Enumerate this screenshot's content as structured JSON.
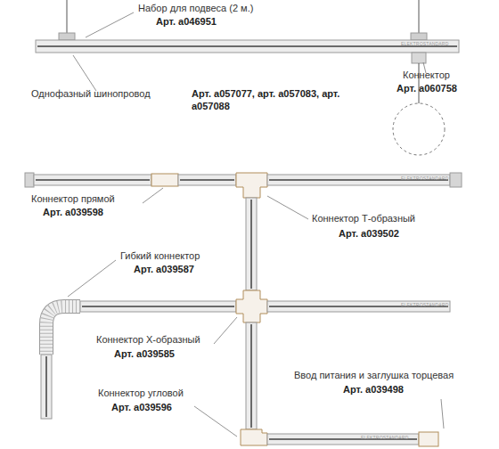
{
  "diagram": {
    "labels": [
      "Набор для подвеса (2 м.)",
      "Арт. а046951",
      "Коннектор",
      "Арт. а060758",
      "Однофазный шинопровод",
      "Арт. а057077, арт. а057083, арт. а057088",
      "Коннектор прямой",
      "Арт. а039598",
      "Коннектор Т-образный",
      "Арт. а039502",
      "Гибкий коннектор",
      "Арт. а039587",
      "Коннектор Х-образный",
      "Арт. а039585",
      "Коннектор угловой",
      "Арт. а039596",
      "Ввод питания и заглушка торцевая",
      "Арт. а039498",
      "ELEKTROSTANDARD",
      "ELEKTROSTANDARD",
      "ELEKTROSTANDARD",
      "ELEKTROSTANDARD"
    ]
  }
}
